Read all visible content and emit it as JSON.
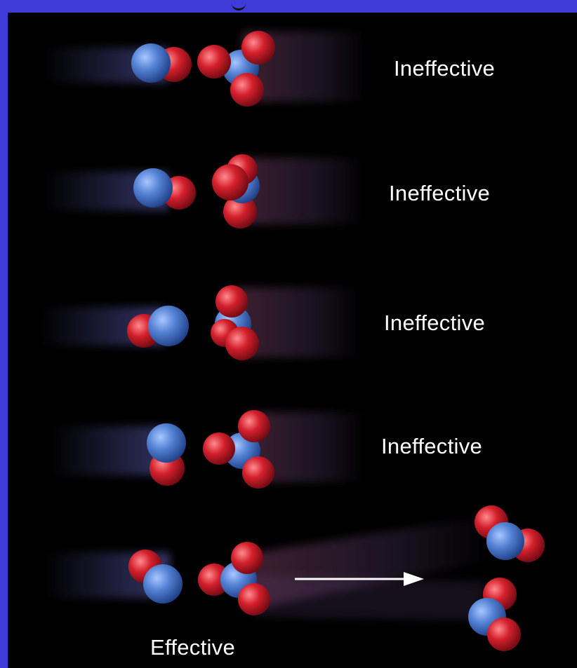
{
  "labels": {
    "row1": "Ineffective",
    "row2": "Ineffective",
    "row3": "Ineffective",
    "row4": "Ineffective",
    "row5": "Effective"
  },
  "colors": {
    "frame": "#3f3bd8",
    "background": "#000000",
    "nitrogen": "#4f7fd0",
    "oxygen": "#d0222e",
    "arrow": "#ffffff"
  }
}
